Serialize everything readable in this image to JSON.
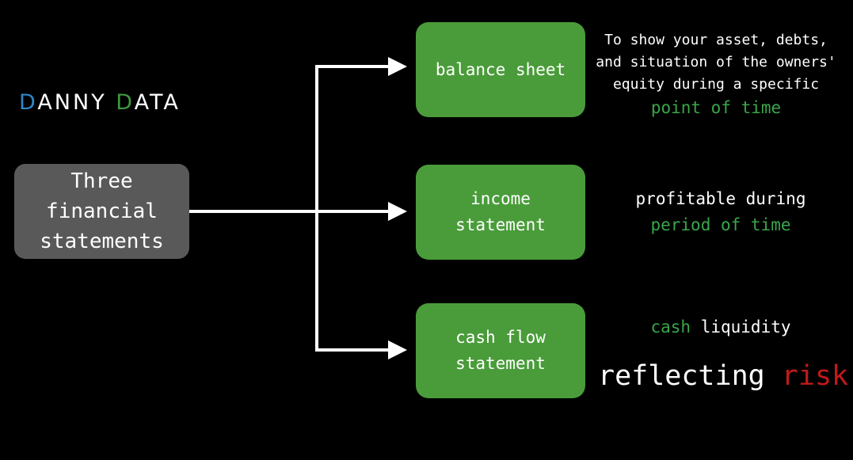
{
  "logo": {
    "first_letter": "D",
    "first_rest": "ANNY ",
    "second_letter": "D",
    "second_rest": "ATA",
    "colors": {
      "first_d": "#2f86c8",
      "second_d": "#3f9a3f"
    }
  },
  "root": {
    "lines": [
      "Three",
      "financial",
      "statements"
    ]
  },
  "nodes": [
    {
      "lines": [
        "balance sheet"
      ]
    },
    {
      "lines": [
        "income",
        "statement"
      ]
    },
    {
      "lines": [
        "cash flow",
        "statement"
      ]
    }
  ],
  "descriptions": {
    "balance_sheet": {
      "line1": "To show your asset, debts,",
      "line2": "and situation of the owners'",
      "line3": "equity during a specific",
      "line4": "point of time"
    },
    "income_statement": {
      "line1": "profitable during",
      "line2": "period of time"
    },
    "cash_flow": {
      "cash_word": "cash",
      "liquidity_word": " liquidity",
      "reflecting_word": "reflecting ",
      "risk_word": "risk"
    }
  },
  "colors": {
    "background": "#000000",
    "root_box": "#595959",
    "node_box": "#4a9c3a",
    "highlight_green": "#3aa64a",
    "highlight_red": "#c01a1a",
    "connector": "#ffffff"
  }
}
